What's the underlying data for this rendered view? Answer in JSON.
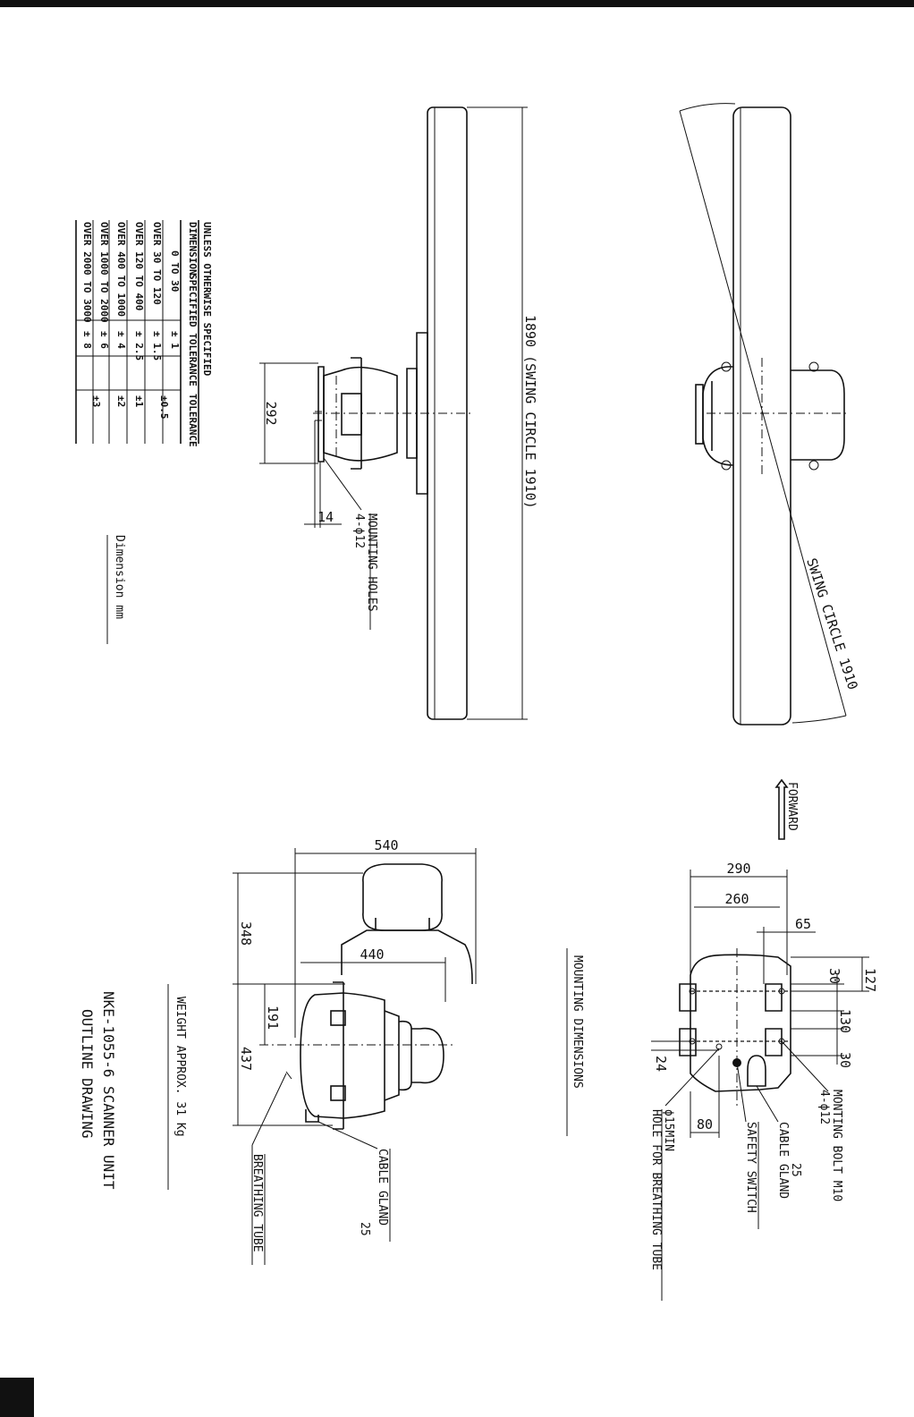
{
  "colors": {
    "ink": "#111111",
    "paper": "#ffffff"
  },
  "top_view": {
    "swing_label": "1890 (SWING CIRCLE 1910)",
    "dim_292": "292",
    "dim_14": "14",
    "holes_line1": "4-ϕ12",
    "holes_line2": "MOUNTING HOLES"
  },
  "swing_view": {
    "swing_label": "SWING CIRCLE 1910"
  },
  "forward_label": "FORWARD",
  "tolerance_table": {
    "title": "UNLESS OTHERWISE SPECIFIED",
    "headers": [
      "DIMENSION",
      "SPECIFIED TOLERANCE",
      "TOLERANCE"
    ],
    "rows": [
      [
        "0 TO 30",
        "± 1",
        "±0.5"
      ],
      [
        "OVER 30 TO 120",
        "± 1.5",
        ""
      ],
      [
        "OVER 120 TO 400",
        "± 2.5",
        "±1"
      ],
      [
        "OVER 400 TO 1000",
        "± 4",
        "±2"
      ],
      [
        "OVER 1000 TO 2000",
        "± 6",
        "±3"
      ],
      [
        "OVER 2000 TO 3000",
        "± 8",
        ""
      ]
    ]
  },
  "dimension_unit": "Dimension mm",
  "side_view": {
    "dim_540": "540",
    "dim_440": "440",
    "dim_348": "348",
    "dim_191": "191",
    "dim_437": "437",
    "breathing_tube": "BREATHING TUBE",
    "cable_gland": "CABLE GLAND",
    "cable_gland_size": "25"
  },
  "weight": "WEIGHT APPROX. 31 Kg",
  "title_line1": "NKE-1055-6 SCANNER UNIT",
  "title_line2": "OUTLINE DRAWING",
  "mounting": {
    "heading": "MOUNTING DIMENSIONS",
    "dim_290": "290",
    "dim_260": "260",
    "dim_65": "65",
    "dim_127": "127",
    "dim_30a": "30",
    "dim_130": "130",
    "dim_30b": "30",
    "dim_24": "24",
    "dim_80": "80",
    "bolt_line1": "4-ϕ12",
    "bolt_line2": "MONTING BOLT M10",
    "cable_gland": "CABLE GLAND",
    "cable_gland_size": "25",
    "safety_switch": "SAFETY SWITCH",
    "hole_line1": "ϕ15MIN",
    "hole_line2": "HOLE FOR BREATHING TUBE"
  }
}
